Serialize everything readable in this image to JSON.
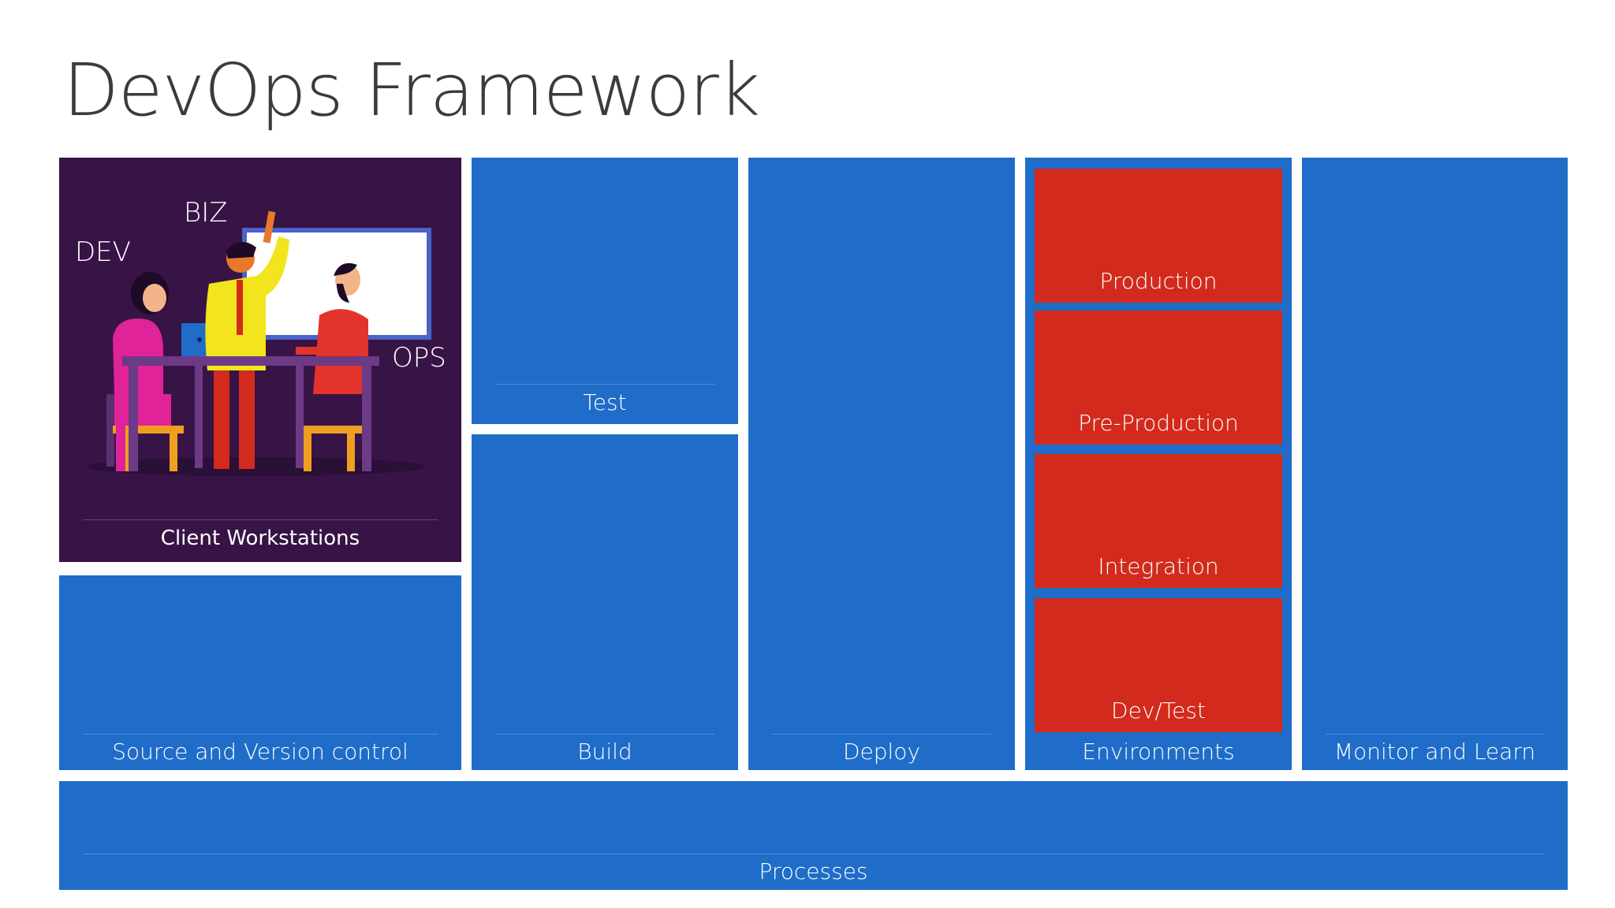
{
  "title": "DevOps Framework",
  "client": {
    "label": "Client Workstations",
    "roles": {
      "dev": "DEV",
      "biz": "BIZ",
      "ops": "OPS"
    }
  },
  "tiles": {
    "source": "Source and Version control",
    "test": "Test",
    "build": "Build",
    "deploy": "Deploy",
    "environments": "Environments",
    "monitor": "Monitor and Learn",
    "processes": "Processes"
  },
  "environments": {
    "production": "Production",
    "preproduction": "Pre-Production",
    "integration": "Integration",
    "devtest": "Dev/Test"
  },
  "colors": {
    "blue": "#1f6dc8",
    "red": "#d22b1d",
    "purple": "#381446"
  }
}
